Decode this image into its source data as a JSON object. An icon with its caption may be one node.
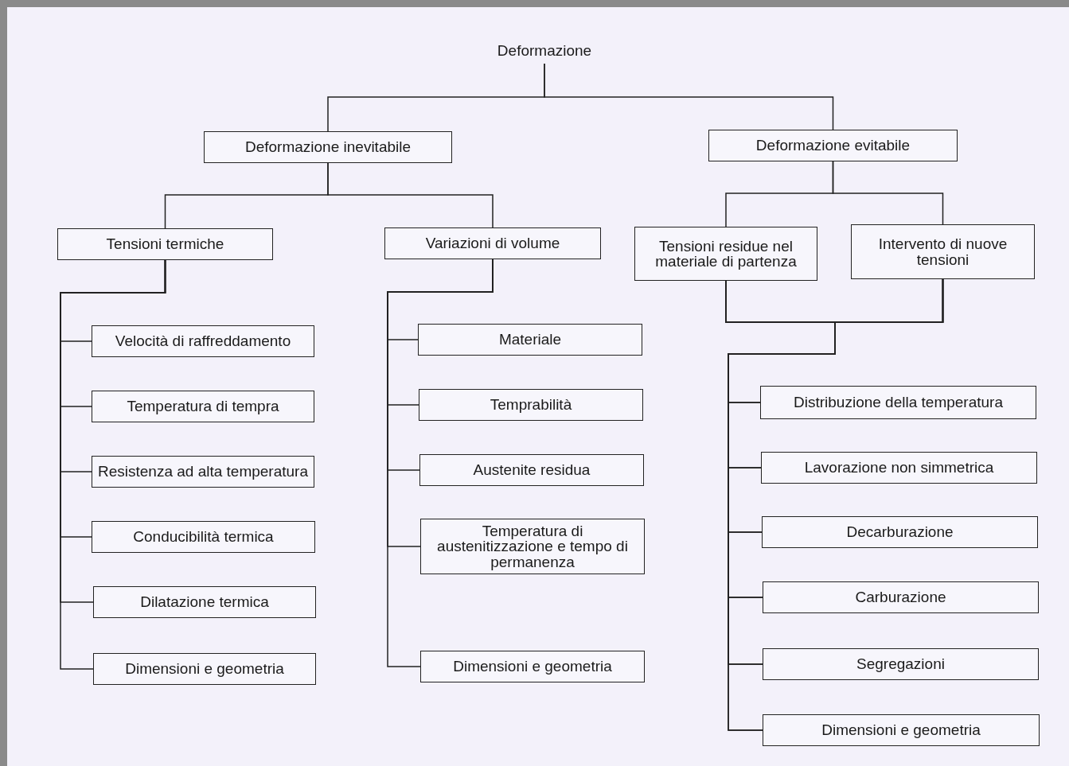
{
  "diagram": {
    "nodes": [
      {
        "text": [
          "Deformazione"
        ]
      },
      {
        "text": [
          "Deformazione inevitabile"
        ]
      },
      {
        "text": [
          "Deformazione evitabile"
        ]
      },
      {
        "text": [
          "Tensioni termiche"
        ]
      },
      {
        "text": [
          "Variazioni di volume"
        ]
      },
      {
        "text": [
          "Tensioni residue nel materiale di partenza"
        ]
      },
      {
        "text": [
          "Intervento di nuove tensioni"
        ]
      },
      {
        "text": [
          "Velocità di raffreddamento"
        ]
      },
      {
        "text": [
          "Temperatura di tempra"
        ]
      },
      {
        "text": [
          "Resistenza ad alta temperatura"
        ]
      },
      {
        "text": [
          "Conducibilità termica"
        ]
      },
      {
        "text": [
          "Dilatazione termica"
        ]
      },
      {
        "text": [
          "Dimensioni e geometria"
        ]
      },
      {
        "text": [
          "Materiale"
        ]
      },
      {
        "text": [
          "Temprabilità"
        ]
      },
      {
        "text": [
          "Austenite residua"
        ]
      },
      {
        "text": [
          "Temperatura di austenitizzazione e tempo di permanenza"
        ]
      },
      {
        "text": [
          "Dimensioni e geometria"
        ]
      },
      {
        "text": [
          "Distribuzione della temperatura"
        ]
      },
      {
        "text": [
          "Lavorazione non simmetrica"
        ]
      },
      {
        "text": [
          "Decarburazione"
        ]
      },
      {
        "text": [
          "Carburazione"
        ]
      },
      {
        "text": [
          "Segregazioni"
        ]
      },
      {
        "text": [
          "Dimensioni e geometria"
        ]
      }
    ],
    "edges": [
      {
        "from": 0,
        "to": 1,
        "arrow": "none"
      },
      {
        "from": 0,
        "to": 2,
        "arrow": "none"
      },
      {
        "from": 1,
        "to": 3,
        "arrow": "none"
      },
      {
        "from": 1,
        "to": 4,
        "arrow": "none"
      },
      {
        "from": 2,
        "to": 5,
        "arrow": "none"
      },
      {
        "from": 2,
        "to": 6,
        "arrow": "none"
      },
      {
        "from": 3,
        "to": 7,
        "arrow": "none"
      },
      {
        "from": 3,
        "to": 8,
        "arrow": "none"
      },
      {
        "from": 3,
        "to": 9,
        "arrow": "none"
      },
      {
        "from": 3,
        "to": 10,
        "arrow": "none"
      },
      {
        "from": 3,
        "to": 11,
        "arrow": "none"
      },
      {
        "from": 3,
        "to": 12,
        "arrow": "none"
      },
      {
        "from": 4,
        "to": 13,
        "arrow": "none"
      },
      {
        "from": 4,
        "to": 14,
        "arrow": "none"
      },
      {
        "from": 4,
        "to": 15,
        "arrow": "none"
      },
      {
        "from": 4,
        "to": 16,
        "arrow": "none"
      },
      {
        "from": 4,
        "to": 17,
        "arrow": "none"
      },
      {
        "from": 5,
        "to": 18,
        "arrow": "none"
      },
      {
        "from": 5,
        "to": 19,
        "arrow": "none"
      },
      {
        "from": 5,
        "to": 20,
        "arrow": "none"
      },
      {
        "from": 5,
        "to": 21,
        "arrow": "none"
      },
      {
        "from": 5,
        "to": 22,
        "arrow": "none"
      },
      {
        "from": 5,
        "to": 23,
        "arrow": "none"
      },
      {
        "from": 6,
        "to": 18,
        "arrow": "none"
      },
      {
        "from": 6,
        "to": 19,
        "arrow": "none"
      },
      {
        "from": 6,
        "to": 20,
        "arrow": "none"
      },
      {
        "from": 6,
        "to": 21,
        "arrow": "none"
      },
      {
        "from": 6,
        "to": 22,
        "arrow": "none"
      },
      {
        "from": 6,
        "to": 23,
        "arrow": "none"
      }
    ]
  }
}
